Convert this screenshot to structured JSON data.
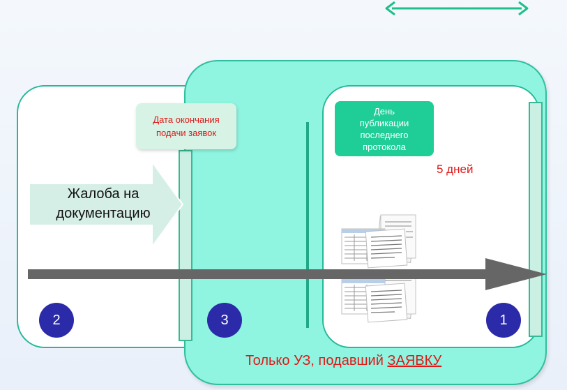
{
  "labels": {
    "date_end_line1": "Дата окончания",
    "date_end_line2": "подачи заявок",
    "day_pub_line1": "День",
    "day_pub_line2": "публикации",
    "day_pub_line3": "последнего",
    "day_pub_line4": "протокола",
    "five_days": "5 дней",
    "complaint_line1": "Жалоба на",
    "complaint_line2": "документацию",
    "bottom_prefix": "Только УЗ, подавший ",
    "bottom_underlined": "ЗАЯВКУ"
  },
  "badges": [
    "2",
    "3",
    "1"
  ],
  "colors": {
    "teal_panel": "#8ff5e0",
    "border_green": "#27b89a",
    "badge_blue": "#2b2aa8",
    "accent_red": "#e01818",
    "timeline_gray": "#666666"
  }
}
